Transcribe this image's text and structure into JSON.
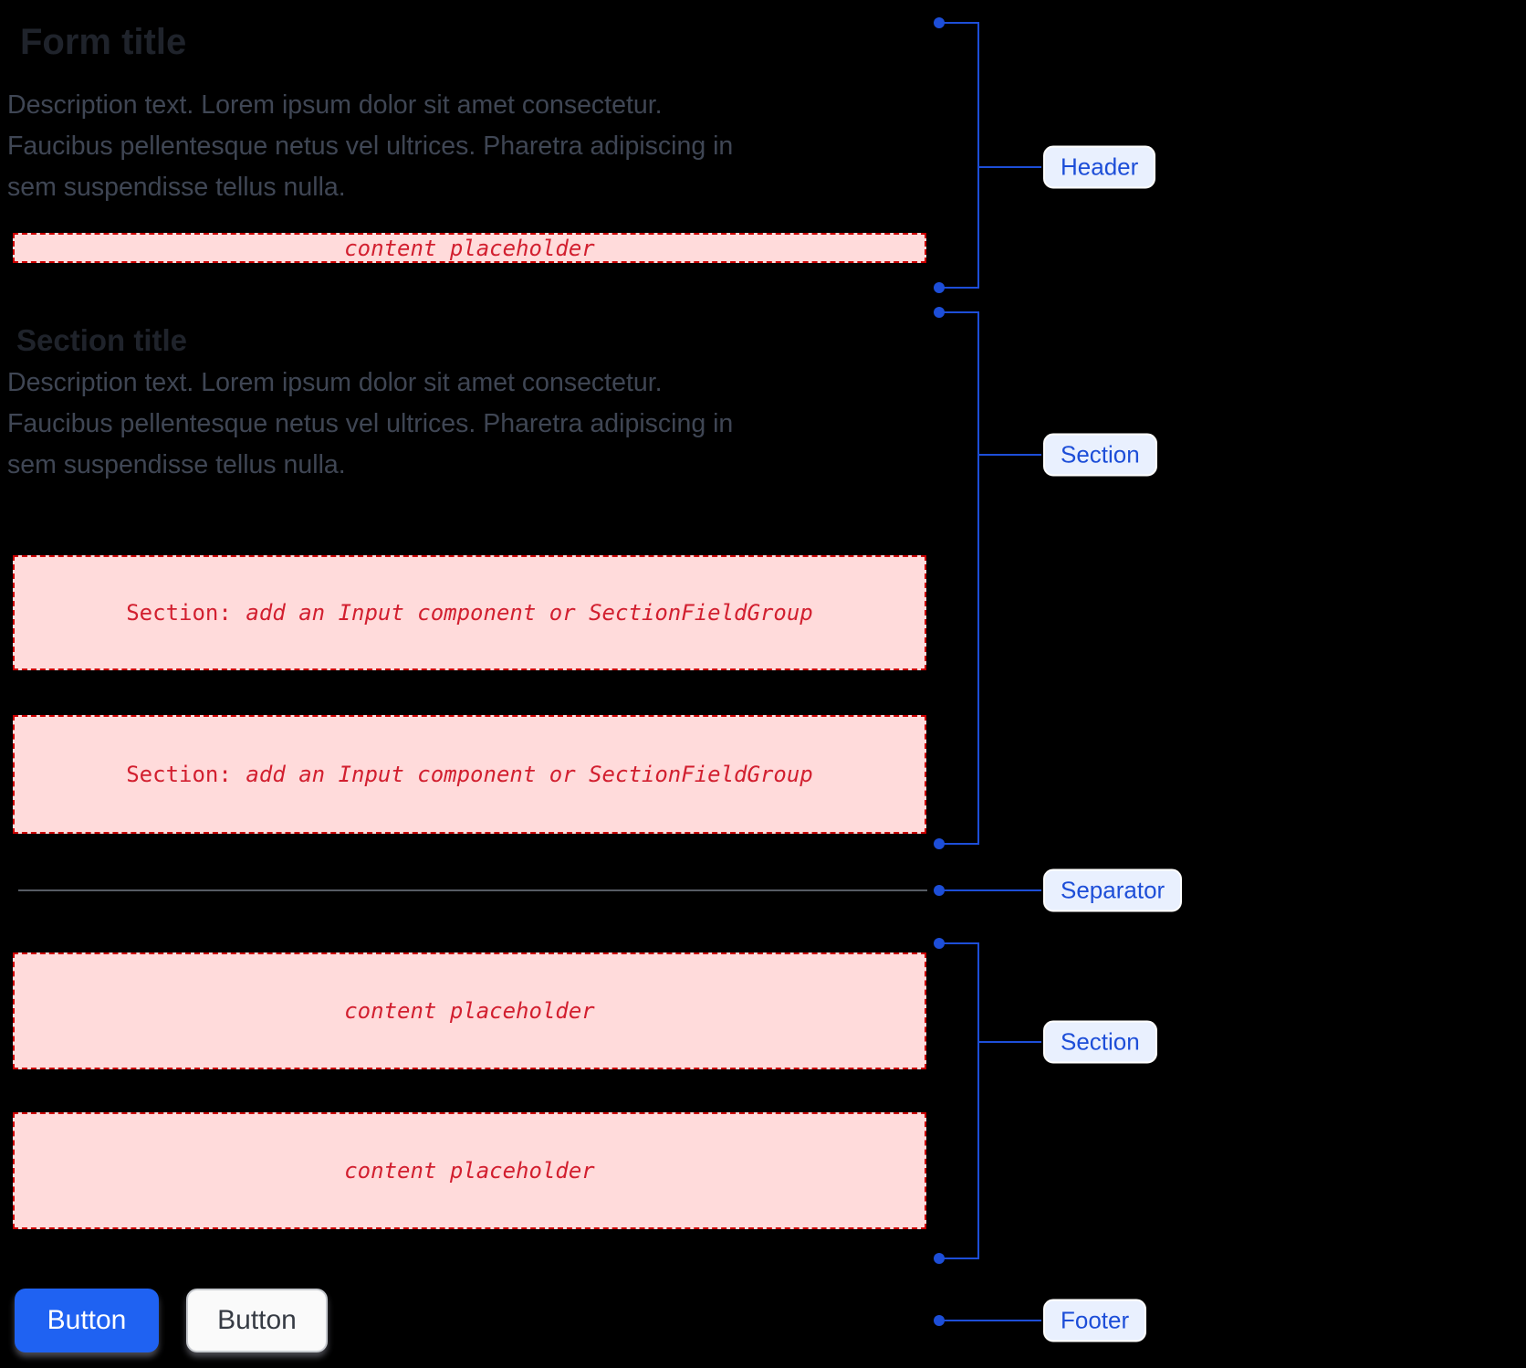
{
  "header": {
    "title": "Form title",
    "description_lines": [
      "Description text. Lorem ipsum dolor sit amet consectetur.",
      "Faucibus pellentesque netus vel ultrices. Pharetra adipiscing in",
      "sem suspendisse tellus nulla."
    ],
    "placeholder": "content placeholder"
  },
  "section": {
    "title": "Section title",
    "description_lines": [
      "Description text. Lorem ipsum dolor sit amet consectetur.",
      "Faucibus pellentesque netus vel ultrices. Pharetra adipiscing in",
      "sem suspendisse tellus nulla."
    ],
    "placeholder_prefix": "Section:",
    "placeholder_text": "add an Input component or SectionFieldGroup"
  },
  "lower_section": {
    "placeholder": "content placeholder"
  },
  "footer": {
    "primary_button_label": "Button",
    "secondary_button_label": "Button"
  },
  "annotations": {
    "header_label": "Header",
    "section_label": "Section",
    "separator_label": "Separator",
    "lower_section_label": "Section",
    "footer_label": "Footer"
  },
  "colors": {
    "annotation_blue": "#1d4ed8",
    "annotation_label_bg": "#e9f0fe",
    "annotation_label_border": "#ffffff",
    "placeholder_bg": "#ffdbdb",
    "placeholder_border": "#cc0000",
    "placeholder_text": "#d21f2f",
    "separator_line": "#575c64",
    "primary_button_bg": "#1f62f2",
    "secondary_button_bg": "#fafafa",
    "title_text": "#1f232b",
    "description_text": "#3f4654"
  }
}
